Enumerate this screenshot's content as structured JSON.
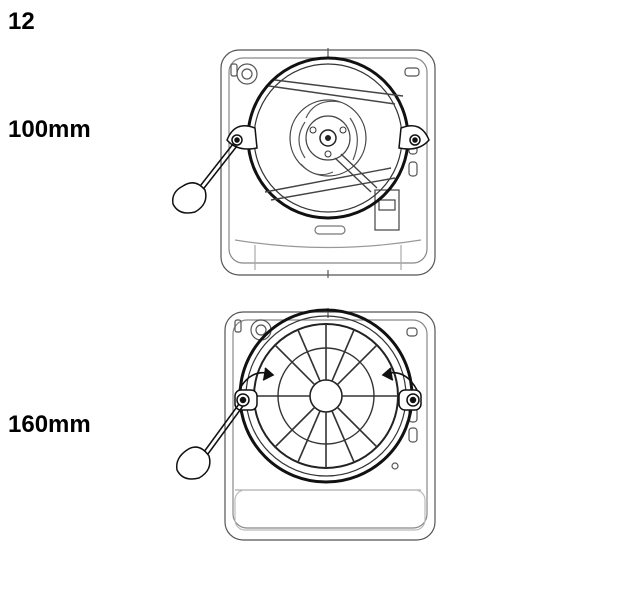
{
  "step": {
    "number": "12"
  },
  "diagrams": [
    {
      "label": "100mm",
      "fan_type": "impeller"
    },
    {
      "label": "160mm",
      "fan_type": "grille"
    }
  ],
  "icons": {
    "tool": "screwdriver-icon",
    "rotation": "rotate-arrow-icon"
  }
}
